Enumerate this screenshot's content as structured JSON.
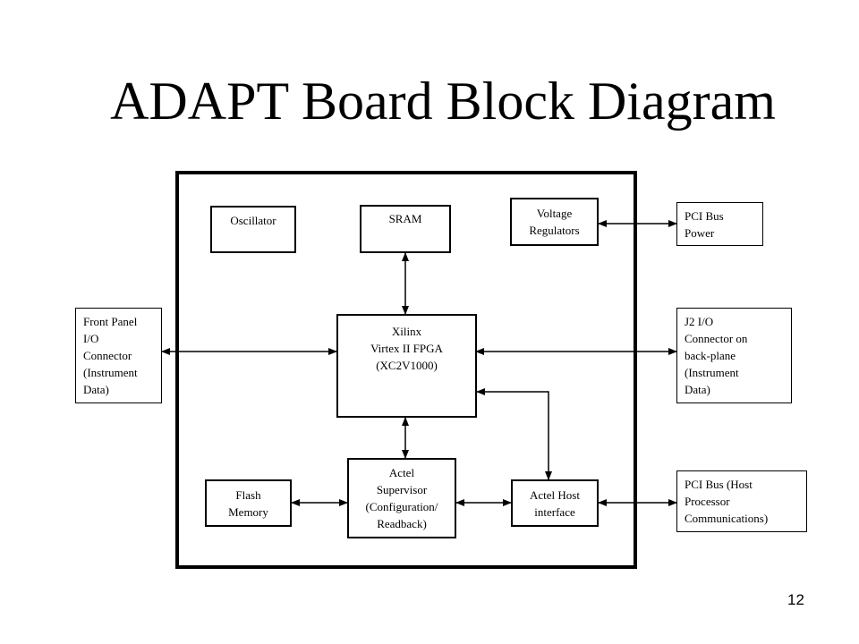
{
  "slide": {
    "title": "ADAPT Board Block Diagram",
    "page_number": "12"
  },
  "blocks": {
    "oscillator": "Oscillator",
    "sram": "SRAM",
    "voltage_regulators": "Voltage\nRegulators",
    "pci_bus_power": "PCI Bus\nPower",
    "front_panel": "Front Panel\nI/O\nConnector\n(Instrument\nData)",
    "fpga": "Xilinx\nVirtex II FPGA\n(XC2V1000)",
    "j2_io": "J2 I/O\nConnector on\nback-plane\n(Instrument\nData)",
    "flash_memory": "Flash\nMemory",
    "actel_supervisor": "Actel\nSupervisor\n(Configuration/\nReadback)",
    "actel_host": "Actel Host\ninterface",
    "pci_bus_host": "PCI Bus (Host\nProcessor\nCommunications)"
  }
}
